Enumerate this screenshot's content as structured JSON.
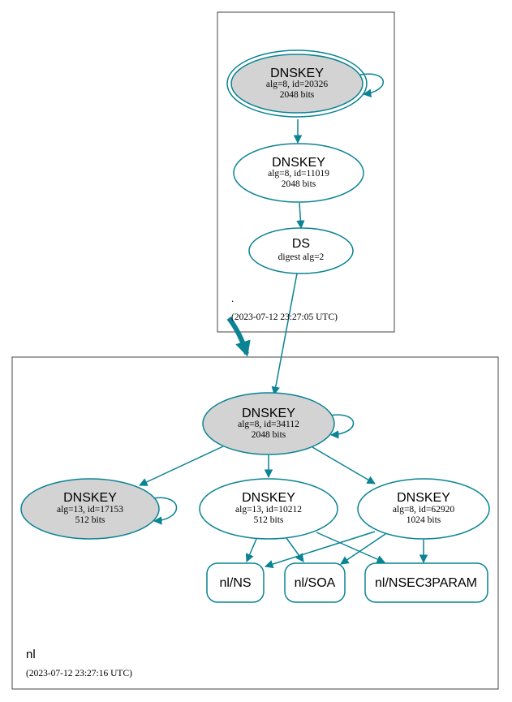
{
  "colors": {
    "edge": "#0a8394",
    "node_fill_ksk": "#d3d3d3",
    "node_fill_plain": "#ffffff",
    "zone_border": "#444444",
    "text": "#000000"
  },
  "zones": {
    "root": {
      "name": ".",
      "timestamp": "(2023-07-12 23:27:05 UTC)"
    },
    "nl": {
      "name": "nl",
      "timestamp": "(2023-07-12 23:27:16 UTC)"
    }
  },
  "nodes": {
    "root_ksk": {
      "title": "DNSKEY",
      "line1": "alg=8, id=20326",
      "line2": "2048 bits"
    },
    "root_zsk": {
      "title": "DNSKEY",
      "line1": "alg=8, id=11019",
      "line2": "2048 bits"
    },
    "nl_ds": {
      "title": "DS",
      "line1": "digest alg=2"
    },
    "nl_ksk_34112": {
      "title": "DNSKEY",
      "line1": "alg=8, id=34112",
      "line2": "2048 bits"
    },
    "nl_ksk_17153": {
      "title": "DNSKEY",
      "line1": "alg=13, id=17153",
      "line2": "512 bits"
    },
    "nl_zsk_10212": {
      "title": "DNSKEY",
      "line1": "alg=13, id=10212",
      "line2": "512 bits"
    },
    "nl_zsk_62920": {
      "title": "DNSKEY",
      "line1": "alg=8, id=62920",
      "line2": "1024 bits"
    },
    "rr_ns": {
      "label": "nl/NS"
    },
    "rr_soa": {
      "label": "nl/SOA"
    },
    "rr_nsec3param": {
      "label": "nl/NSEC3PARAM"
    }
  }
}
